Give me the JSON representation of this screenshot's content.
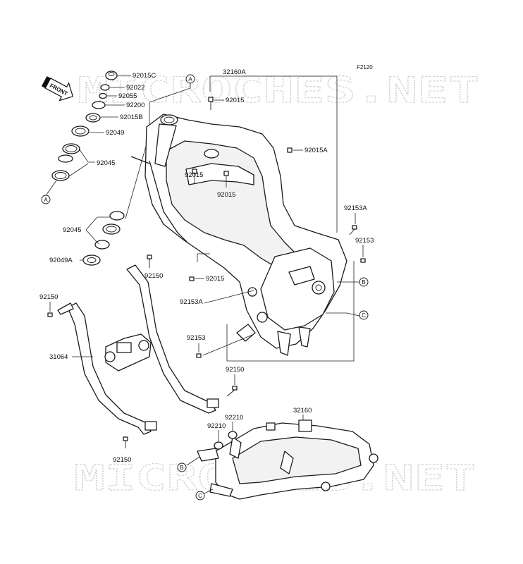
{
  "figure": {
    "code": "F2120"
  },
  "watermark": {
    "text": "MICROCHES.NET",
    "text_bottom": "MICROCHES.NET",
    "color": "#d2d2d2"
  },
  "orientation": {
    "front_label": "FRONT"
  },
  "callouts": {
    "a": "A",
    "b": "B",
    "c": "C"
  },
  "parts": {
    "p92015C": "92015C",
    "p92022": "92022",
    "p92055": "92055",
    "p92200": "92200",
    "p92015B": "92015B",
    "p92049": "92049",
    "p92045_top": "92045",
    "p32160A": "32160A",
    "p92015_top": "92015",
    "p92015A": "92015A",
    "p92015_left": "92015",
    "p92015_mid": "92015",
    "p92153A_right": "92153A",
    "p92153_right": "92153",
    "p92045_bottom": "92045",
    "p92049A": "92049A",
    "p92150_mid": "92150",
    "p92015_lower": "92015",
    "p92153A_left": "92153A",
    "p92150_left": "92150",
    "p92153_left": "92153",
    "p31064": "31064",
    "p92150_right": "92150",
    "p32160": "32160",
    "p92210_right": "92210",
    "p92210_left": "92210",
    "p92150_bottom": "92150"
  }
}
